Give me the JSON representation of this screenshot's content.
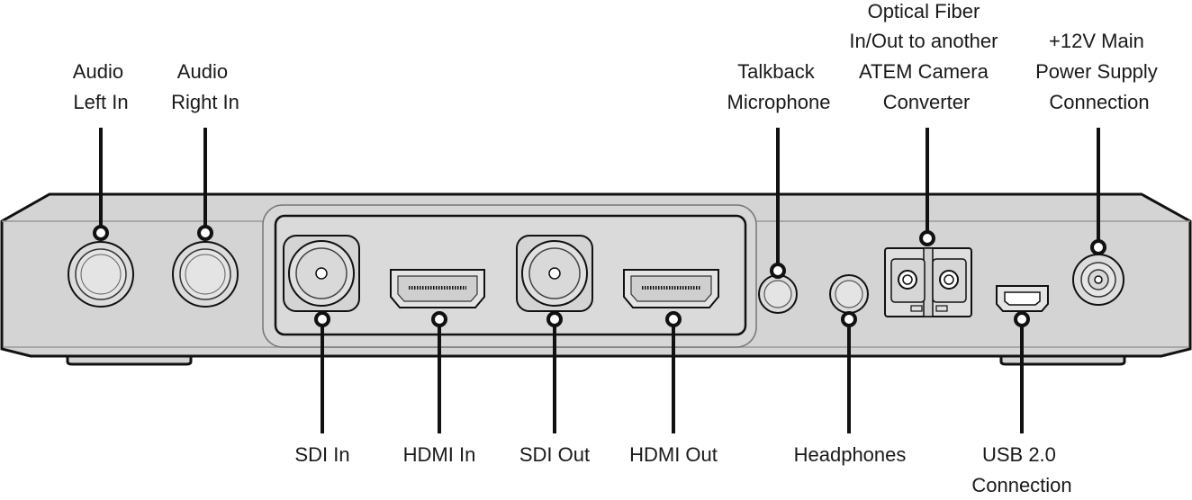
{
  "colors": {
    "body_fill": "#d4d4d4",
    "body_stroke": "#111111",
    "panel_fill": "#d9d9d9",
    "port_fill": "#e2e2e2",
    "leader": "#111111"
  },
  "labels": {
    "audio_left_in": [
      "Audio",
      "Left In"
    ],
    "audio_right_in": [
      "Audio",
      "Right In"
    ],
    "talkback_microphone": [
      "Talkback",
      "Microphone"
    ],
    "optical_fiber": [
      "Optical Fiber",
      "In/Out to another",
      "ATEM Camera",
      "Converter"
    ],
    "power_supply": [
      "+12V Main",
      "Power Supply",
      "Connection"
    ],
    "sdi_in": [
      "SDI In"
    ],
    "hdmi_in": [
      "HDMI In"
    ],
    "sdi_out": [
      "SDI Out"
    ],
    "hdmi_out": [
      "HDMI Out"
    ],
    "headphones": [
      "Headphones"
    ],
    "usb": [
      "USB 2.0",
      "Connection"
    ]
  },
  "icons": {
    "xlr_left": "xlr-jack-icon",
    "xlr_right": "xlr-jack-icon",
    "bnc": "bnc-connector-icon",
    "hdmi": "hdmi-port-icon",
    "mini_jack": "mini-jack-icon",
    "fiber": "lc-fiber-connector-icon",
    "usb": "mini-usb-port-icon",
    "power": "dc-power-jack-icon"
  }
}
